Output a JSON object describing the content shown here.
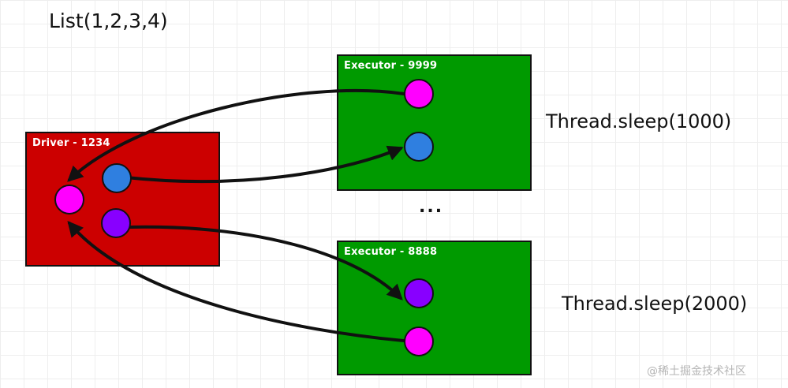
{
  "title": "List(1,2,3,4)",
  "driver": {
    "label": "Driver - 1234"
  },
  "executors": [
    {
      "label": "Executor - 9999",
      "note": "Thread.sleep(1000)"
    },
    {
      "label": "Executor - 8888",
      "note": "Thread.sleep(2000)"
    }
  ],
  "ellipsis": "...",
  "watermark": "@稀土掘金技术社区",
  "colors": {
    "driver_fill": "#cc0000",
    "executor_fill": "#009a00",
    "magenta": "#ff00ff",
    "blue": "#2f7fe0",
    "purple": "#8800ff"
  }
}
